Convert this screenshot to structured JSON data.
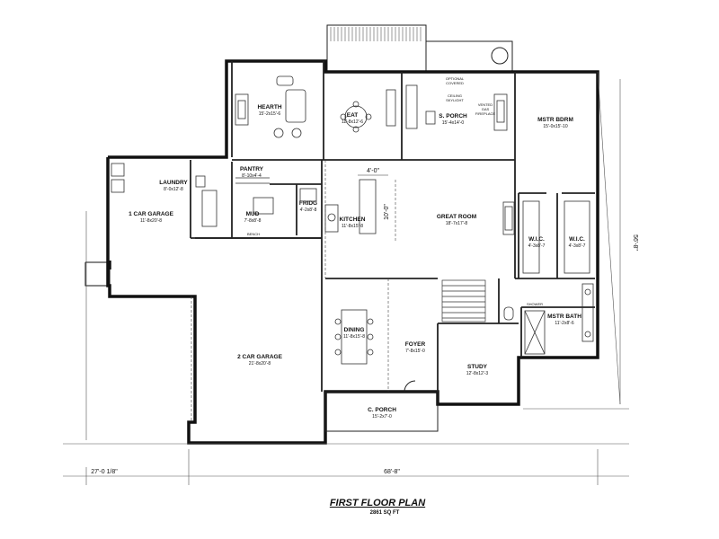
{
  "rooms": {
    "hearth": {
      "name": "HEARTH",
      "dim": "15'-2x15'-6"
    },
    "eat": {
      "name": "EAT",
      "dim": "11'-8x12'-6"
    },
    "s_porch": {
      "name": "S. PORCH",
      "dim": "15'-4x14'-0"
    },
    "mstr_bdrm": {
      "name": "MSTR BDRM",
      "dim": "15'-0x15'-10"
    },
    "laundry": {
      "name": "LAUNDRY",
      "dim": "8'-0x12'-8"
    },
    "pantry": {
      "name": "PANTRY",
      "dim": "8'-10x4'-4"
    },
    "one_car_garage": {
      "name": "1 CAR GARAGE",
      "dim": "11'-8x20'-8"
    },
    "mud": {
      "name": "MUD",
      "dim": "7'-8x8'-8"
    },
    "fridg": {
      "name": "FRIDG",
      "dim": "4'-2x8'-8"
    },
    "kitchen": {
      "name": "KITCHEN",
      "dim": "11'-8x15'-8"
    },
    "great_room": {
      "name": "GREAT ROOM",
      "dim": "18'-7x17'-8"
    },
    "wic1": {
      "name": "W.I.C.",
      "dim": "4'-3x8'-7"
    },
    "wic2": {
      "name": "W.I.C.",
      "dim": "4'-3x8'-7"
    },
    "dining": {
      "name": "DINING",
      "dim": "11'-8x15'-8"
    },
    "mstr_bath": {
      "name": "MSTR BATH",
      "dim": "11'-2x8'-6"
    },
    "foyer": {
      "name": "FOYER",
      "dim": "7'-8x15'-0"
    },
    "two_car_garage": {
      "name": "2 CAR GARAGE",
      "dim": "21'-8x20'-8"
    },
    "study": {
      "name": "STUDY",
      "dim": "12'-8x12'-3"
    },
    "c_porch": {
      "name": "C. PORCH",
      "dim": "15'-2x7'-0"
    }
  },
  "notes": {
    "porch_option": [
      "OPTIONAL",
      "COVERED",
      "CEILING",
      "SKYLIGHT"
    ],
    "fireplace_option": [
      "VENTED",
      "GAS",
      "FIREPLACE"
    ],
    "bench": "BENCH",
    "shower": "SHOWER"
  },
  "dimensions": {
    "island_width": "4'-0\"",
    "island_length": "10'-0\"",
    "overall_depth": "56'-8\"",
    "overall_width": "68'-8\"",
    "offset_left": "27'-0 1/8\""
  },
  "title": {
    "main": "FIRST FLOOR PLAN",
    "area": "2861 SQ FT"
  }
}
